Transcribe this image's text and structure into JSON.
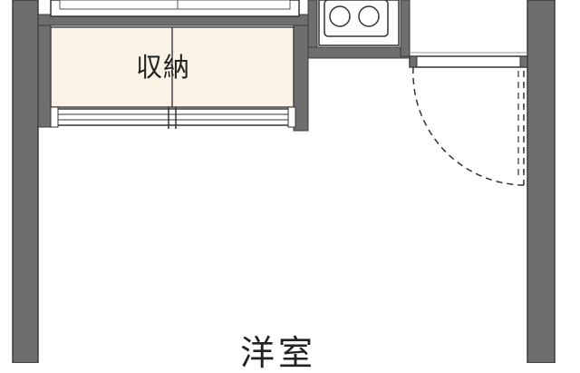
{
  "floor_plan": {
    "rooms": [
      {
        "id": "storage",
        "label": "収納"
      },
      {
        "id": "western_room",
        "label": "洋室"
      }
    ],
    "fixtures": [
      {
        "id": "kitchen_counter",
        "icon": "counter-icon"
      },
      {
        "id": "two_burner_stove",
        "icon": "stove-icon",
        "burners": 2
      },
      {
        "id": "swing_door",
        "icon": "door-swing-icon"
      },
      {
        "id": "sliding_door",
        "icon": "sliding-door-icon"
      }
    ],
    "colors": {
      "wall": "#6e6e6e",
      "wall_outline": "#3a3a3a",
      "storage_fill": "#fbf4e6",
      "floor": "#ffffff",
      "line": "#333333"
    }
  }
}
